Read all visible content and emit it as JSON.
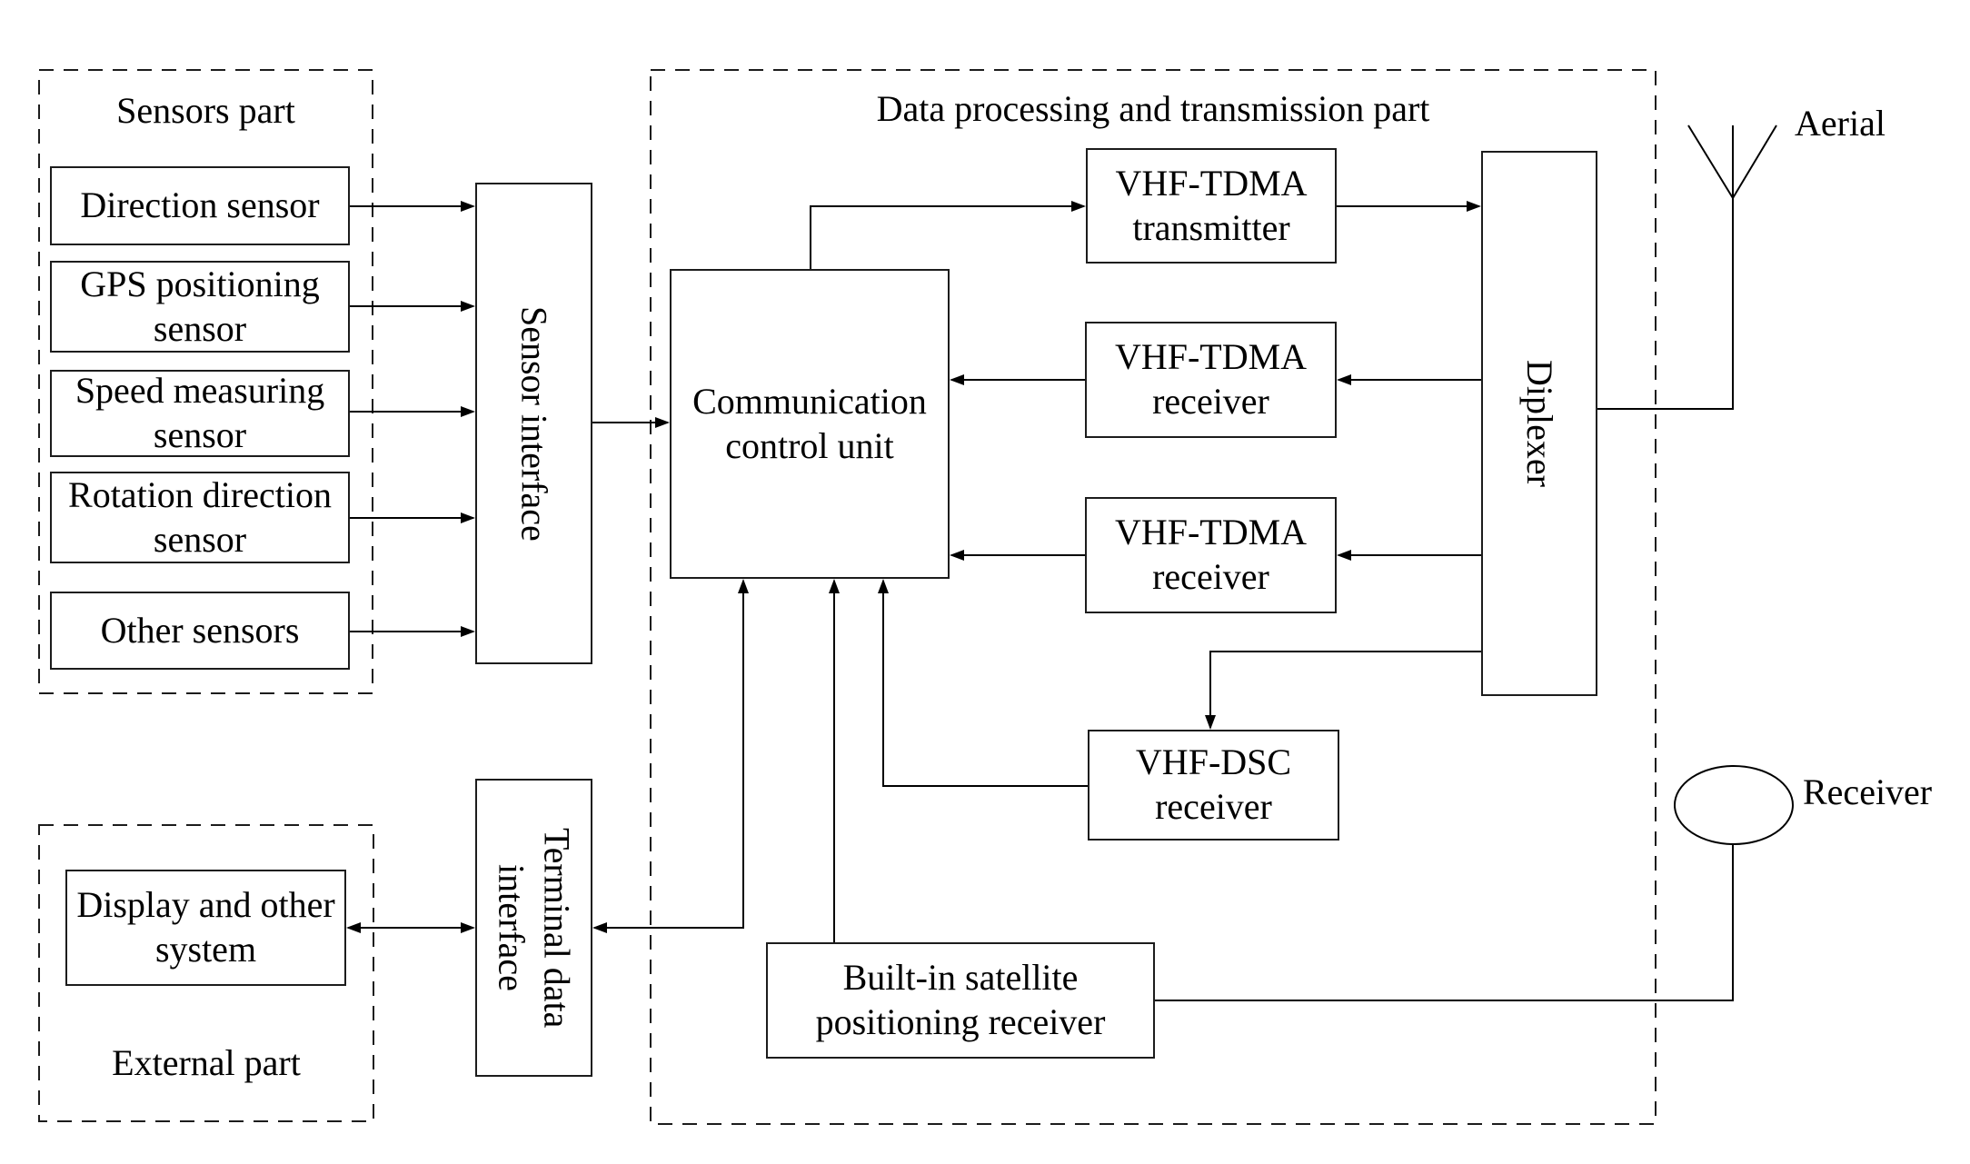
{
  "diagram": {
    "sensors_part": {
      "title": "Sensors part",
      "items": [
        "Direction sensor",
        "GPS positioning sensor",
        "Speed measuring sensor",
        "Rotation direction sensor",
        "Other sensors"
      ]
    },
    "sensor_interface": {
      "label": "Sensor interface"
    },
    "data_part": {
      "title": "Data processing and transmission part",
      "communication_control_unit": "Communication control unit",
      "vhf_tdma_transmitter": "VHF-TDMA transmitter",
      "vhf_tdma_receiver_1": "VHF-TDMA receiver",
      "vhf_tdma_receiver_2": "VHF-TDMA receiver",
      "vhf_dsc_receiver": "VHF-DSC receiver",
      "built_in_satellite_receiver": "Built-in satellite positioning receiver",
      "diplexer": "Diplexer"
    },
    "terminal_data_interface": {
      "label": "Terminal data interface"
    },
    "external_part": {
      "title": "External part",
      "display_system": "Display and other system"
    },
    "annotations": {
      "aerial": "Aerial",
      "receiver": "Receiver"
    },
    "colors": {
      "line": "#000000",
      "background": "#ffffff"
    }
  }
}
